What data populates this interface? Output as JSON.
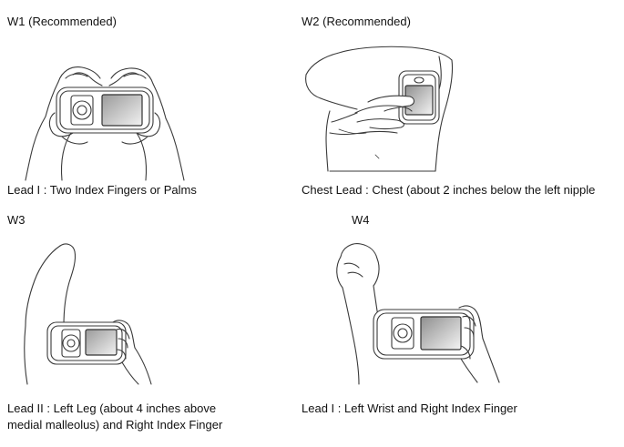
{
  "panels": [
    {
      "heading": "W1 (Recommended)",
      "caption_lines": [
        "Lead I : Two Index Fingers or Palms"
      ],
      "illustration": "two-hands-holding-device-icon"
    },
    {
      "heading": "W2 (Recommended)",
      "caption_lines": [
        "Chest Lead : Chest (about 2 inches below the left nipple"
      ],
      "illustration": "device-on-chest-icon"
    },
    {
      "heading": "W3",
      "caption_lines": [
        "Lead II : Left Leg  (about 4 inches above",
        "medial malleolus) and Right Index Finger"
      ],
      "illustration": "device-on-leg-icon"
    },
    {
      "heading": "W4",
      "caption_lines": [
        "Lead I : Left Wrist and Right Index Finger"
      ],
      "illustration": "device-on-wrist-icon"
    }
  ]
}
